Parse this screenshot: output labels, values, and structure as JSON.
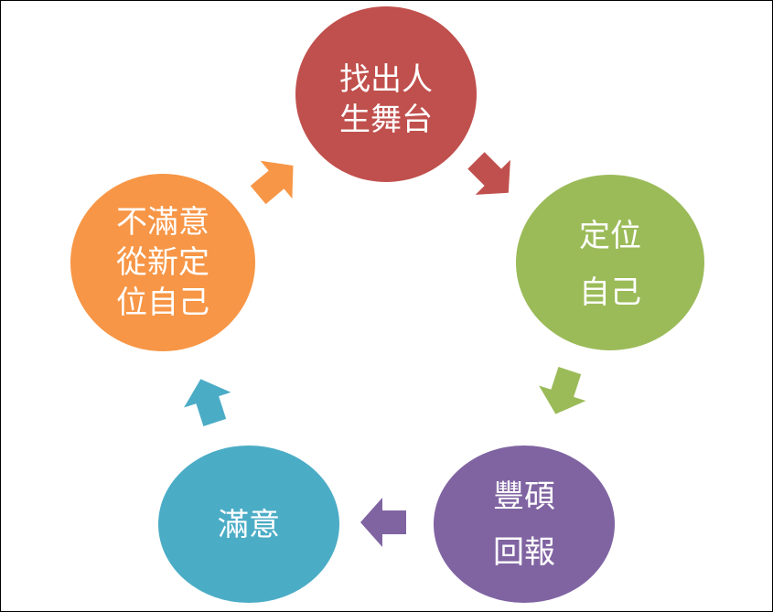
{
  "diagram": {
    "type": "cycle",
    "nodes": [
      {
        "id": "stage",
        "lines": [
          "找出人",
          "生舞台"
        ],
        "color": "#c0504d"
      },
      {
        "id": "position",
        "lines": [
          "定位",
          "自己"
        ],
        "color": "#9bbb59"
      },
      {
        "id": "reward",
        "lines": [
          "豐碩",
          "回報"
        ],
        "color": "#8064a2"
      },
      {
        "id": "satisfied",
        "lines": [
          "滿意"
        ],
        "color": "#4bacc6"
      },
      {
        "id": "reposition",
        "lines": [
          "不滿意",
          "從新定",
          "位自己"
        ],
        "color": "#f79646"
      }
    ],
    "arrows": [
      {
        "from": "stage",
        "to": "position",
        "color": "#c0504d"
      },
      {
        "from": "position",
        "to": "reward",
        "color": "#9bbb59"
      },
      {
        "from": "reward",
        "to": "satisfied",
        "color": "#8064a2"
      },
      {
        "from": "satisfied",
        "to": "reposition",
        "color": "#4bacc6"
      },
      {
        "from": "reposition",
        "to": "stage",
        "color": "#f79646"
      }
    ]
  }
}
